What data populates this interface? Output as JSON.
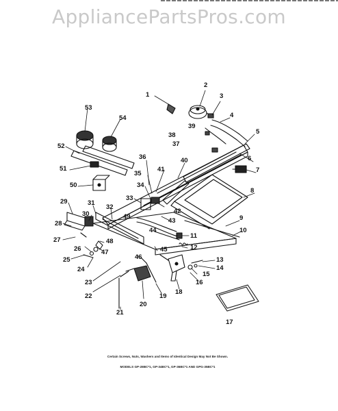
{
  "watermark": "AppliancePartsPros.com",
  "footnote": "Certain Screws, Nuts, Washers and Items of Identical Design May Not Be Shown.",
  "models_label": "MODELS GP-28BC*1, GP-34BC*1, GP-36BC*1 AND GPG-35BC*1",
  "callouts": [
    {
      "id": "1",
      "text": "1"
    },
    {
      "id": "2",
      "text": "2"
    },
    {
      "id": "3",
      "text": "3"
    },
    {
      "id": "4",
      "text": "4"
    },
    {
      "id": "5",
      "text": "5"
    },
    {
      "id": "6",
      "text": "6"
    },
    {
      "id": "7",
      "text": "7"
    },
    {
      "id": "8",
      "text": "8"
    },
    {
      "id": "9",
      "text": "9"
    },
    {
      "id": "10",
      "text": "10"
    },
    {
      "id": "11",
      "text": "11"
    },
    {
      "id": "12",
      "text": "12"
    },
    {
      "id": "13",
      "text": "13"
    },
    {
      "id": "14",
      "text": "14"
    },
    {
      "id": "15",
      "text": "15"
    },
    {
      "id": "16",
      "text": "16"
    },
    {
      "id": "17",
      "text": "17"
    },
    {
      "id": "18",
      "text": "18"
    },
    {
      "id": "19",
      "text": "19"
    },
    {
      "id": "20",
      "text": "20"
    },
    {
      "id": "21",
      "text": "21"
    },
    {
      "id": "22",
      "text": "22"
    },
    {
      "id": "23",
      "text": "23"
    },
    {
      "id": "24",
      "text": "24"
    },
    {
      "id": "25",
      "text": "25"
    },
    {
      "id": "26",
      "text": "26"
    },
    {
      "id": "27",
      "text": "27"
    },
    {
      "id": "28",
      "text": "28"
    },
    {
      "id": "29",
      "text": "29"
    },
    {
      "id": "30",
      "text": "30"
    },
    {
      "id": "31",
      "text": "31"
    },
    {
      "id": "32",
      "text": "32"
    },
    {
      "id": "33",
      "text": "33"
    },
    {
      "id": "34",
      "text": "34"
    },
    {
      "id": "35",
      "text": "35"
    },
    {
      "id": "36",
      "text": "36"
    },
    {
      "id": "37",
      "text": "37"
    },
    {
      "id": "38",
      "text": "38"
    },
    {
      "id": "39",
      "text": "39"
    },
    {
      "id": "40",
      "text": "40"
    },
    {
      "id": "41",
      "text": "41"
    },
    {
      "id": "42",
      "text": "42"
    },
    {
      "id": "43",
      "text": "43"
    },
    {
      "id": "44",
      "text": "44"
    },
    {
      "id": "45",
      "text": "45"
    },
    {
      "id": "46",
      "text": "46"
    },
    {
      "id": "47",
      "text": "47"
    },
    {
      "id": "48",
      "text": "48"
    },
    {
      "id": "49",
      "text": "49"
    },
    {
      "id": "50",
      "text": "50"
    },
    {
      "id": "51",
      "text": "51"
    },
    {
      "id": "52",
      "text": "52"
    },
    {
      "id": "53",
      "text": "53"
    },
    {
      "id": "54",
      "text": "54"
    }
  ],
  "colors": {
    "ink": "#111111",
    "watermark": "#c9c9c9",
    "background": "#ffffff"
  }
}
